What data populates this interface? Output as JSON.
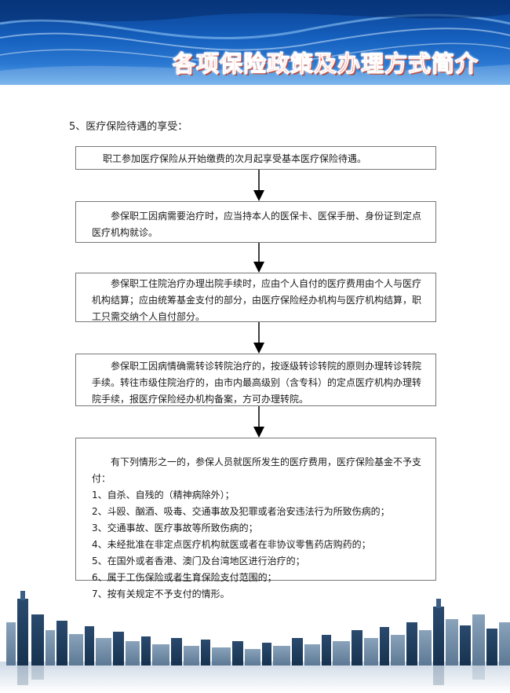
{
  "header": {
    "title": "各项保险政策及办理方式简介"
  },
  "section": {
    "heading": "5、医疗保险待遇的享受："
  },
  "steps": [
    {
      "text": "职工参加医疗保险从开始缴费的次月起享受基本医疗保险待遇。"
    },
    {
      "text": "参保职工因病需要治疗时，应当持本人的医保卡、医保手册、身份证到定点医疗机构就诊。"
    },
    {
      "text": "参保职工住院治疗办理出院手续时，应由个人自付的医疗费用由个人与医疗机构结算；应由统筹基金支付的部分，由医疗保险经办机构与医疗机构结算，职工只需交纳个人自付部分。"
    },
    {
      "text": "参保职工因病情确需转诊转院治疗的，按逐级转诊转院的原则办理转诊转院手续。转往市级住院治疗的，由市内最高级别（含专科）的定点医疗机构办理转院手续，报医疗保险经办机构备案，方可办理转院。"
    }
  ],
  "exclusions": {
    "intro": "有下列情形之一的，参保人员就医所发生的医疗费用，医疗保险基金不予支付：",
    "items": [
      "1、自杀、自残的（精神病除外）；",
      "2、斗殴、酗酒、吸毒、交通事故及犯罪或者治安违法行为所致伤病的；",
      "3、交通事故、医疗事故等所致伤病的；",
      "4、未经批准在非定点医疗机构就医或者在非协议零售药店购药的；",
      "5、在国外或者香港、澳门及台湾地区进行治疗的；",
      "6、属于工伤保险或者生育保险支付范围的；",
      "7、按有关规定不予支付的情形。"
    ]
  },
  "colors": {
    "banner_dark": "#0a3f8f",
    "banner_light": "#5fa6e8",
    "title_red": "#ff3c1f",
    "box_border": "#777777"
  }
}
